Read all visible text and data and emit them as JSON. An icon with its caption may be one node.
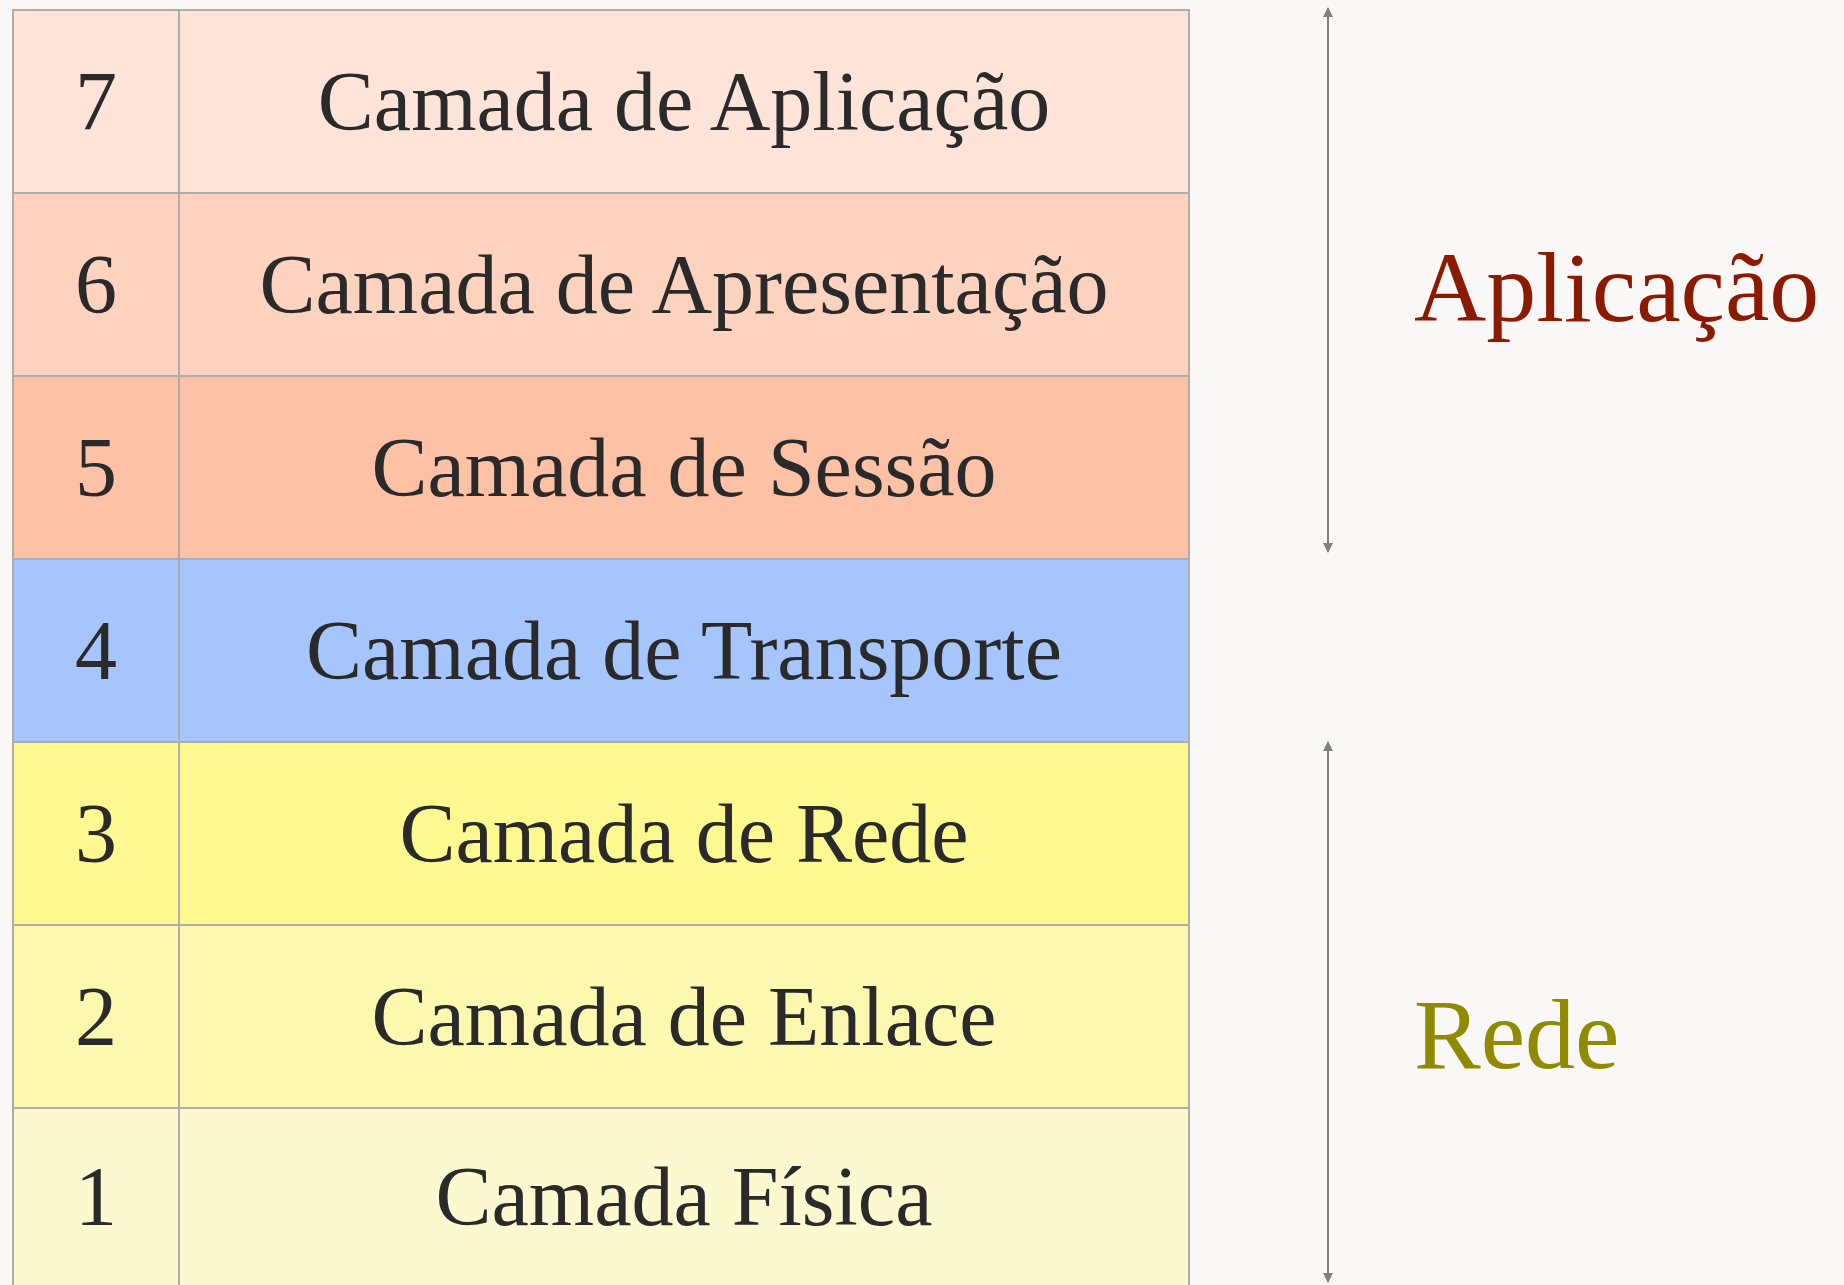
{
  "diagram": {
    "nodes": [
      {
        "text": [
          "7",
          "Camada de Aplicação"
        ]
      },
      {
        "text": [
          "6",
          "Camada de Apresentação"
        ]
      },
      {
        "text": [
          "5",
          "Camada de Sessão"
        ]
      },
      {
        "text": [
          "4",
          "Camada de Transporte"
        ]
      },
      {
        "text": [
          "3",
          "Camada de Rede"
        ]
      },
      {
        "text": [
          "2",
          "Camada de Enlace"
        ]
      },
      {
        "text": [
          "1",
          "Camada Física"
        ]
      }
    ],
    "labels": [
      "Aplicação",
      "Rede"
    ]
  }
}
